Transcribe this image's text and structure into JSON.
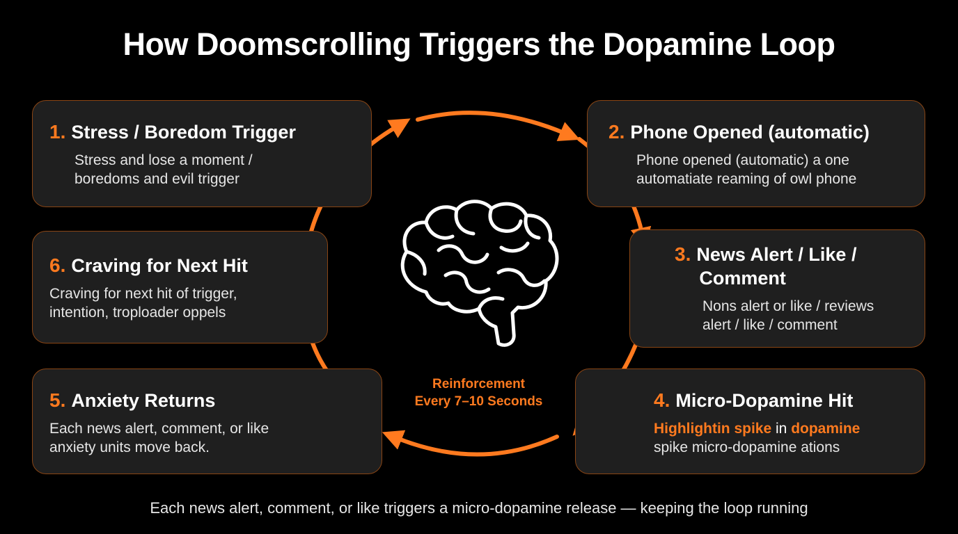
{
  "title": "How Doomscrolling Triggers the Dopamine Loop",
  "steps": [
    {
      "number": "1.",
      "heading": "Stress / Boredom Trigger",
      "desc_lines": [
        "Stress and lose a moment /",
        "boredoms and evil trigger"
      ]
    },
    {
      "number": "2.",
      "heading": "Phone Opened (automatic)",
      "desc_lines": [
        "Phone opened (automatic) a one",
        "automatiate reaming of owl phone"
      ]
    },
    {
      "number": "3.",
      "heading_lines": [
        "News Alert / Like /",
        "Comment"
      ],
      "desc_lines": [
        "Nons alert or like / reviews",
        "alert / like / comment"
      ]
    },
    {
      "number": "4.",
      "heading": "Micro-Dopamine Hit",
      "desc_line1_parts": [
        "Highlightin spike",
        " in ",
        "dopamine"
      ],
      "desc_line2": "spike micro-dopamine ations"
    },
    {
      "number": "5.",
      "heading": "Anxiety Returns",
      "desc_lines": [
        "Each news alert, comment, or like",
        "anxiety units move back."
      ]
    },
    {
      "number": "6.",
      "heading": "Craving for Next Hit",
      "desc_lines": [
        "Craving for next hit of trigger,",
        "intention, troploader oppels"
      ]
    }
  ],
  "center": {
    "line1": "Reinforcement",
    "line2": "Every 7–10 Seconds",
    "icon": "brain-icon"
  },
  "footer": "Each news alert, comment, or like triggers a micro-dopamine release — keeping the loop running",
  "colors": {
    "background": "#000000",
    "card": "#1f1f1f",
    "card_border": "#8a4514",
    "accent": "#ff7a1f",
    "text": "#ffffff"
  }
}
